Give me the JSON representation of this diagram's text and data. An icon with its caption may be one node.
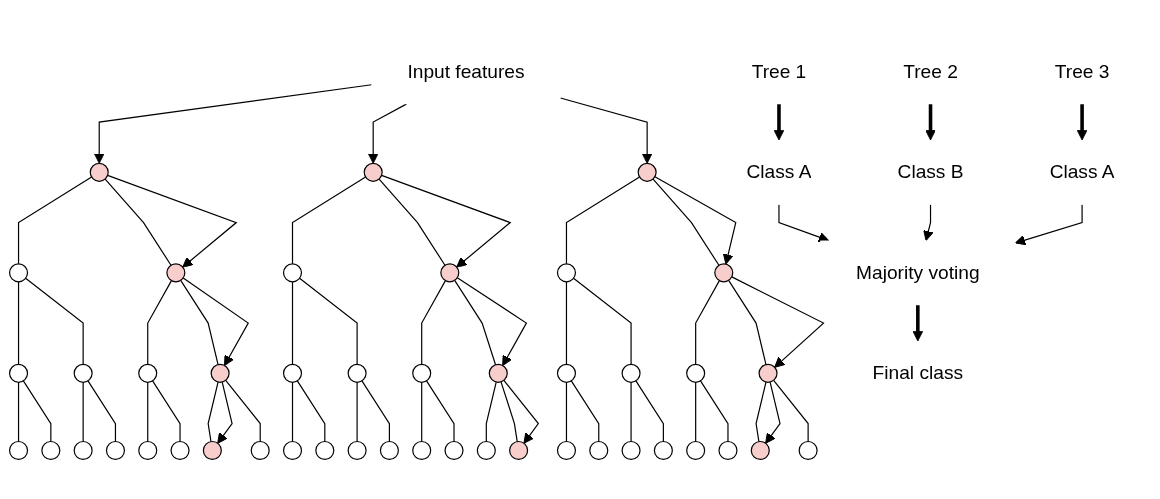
{
  "diagram": {
    "nodes": [
      {
        "text": [
          "Input features"
        ]
      },
      {
        "text": [],
        "shape": "circle"
      },
      {
        "text": [],
        "shape": "circle"
      },
      {
        "text": [],
        "shape": "circle"
      },
      {
        "text": [],
        "shape": "circle"
      },
      {
        "text": [],
        "shape": "circle"
      },
      {
        "text": [],
        "shape": "circle"
      },
      {
        "text": [],
        "shape": "circle"
      },
      {
        "text": [],
        "shape": "circle"
      },
      {
        "text": [],
        "shape": "circle"
      },
      {
        "text": [],
        "shape": "circle"
      },
      {
        "text": [],
        "shape": "circle"
      },
      {
        "text": [],
        "shape": "circle"
      },
      {
        "text": [],
        "shape": "circle"
      },
      {
        "text": [],
        "shape": "circle"
      },
      {
        "text": [],
        "shape": "circle"
      },
      {
        "text": [],
        "shape": "circle"
      },
      {
        "text": [],
        "shape": "circle"
      },
      {
        "text": [],
        "shape": "circle"
      },
      {
        "text": [],
        "shape": "circle"
      },
      {
        "text": [],
        "shape": "circle"
      },
      {
        "text": [],
        "shape": "circle"
      },
      {
        "text": [],
        "shape": "circle"
      },
      {
        "text": [],
        "shape": "circle"
      },
      {
        "text": [],
        "shape": "circle"
      },
      {
        "text": [],
        "shape": "circle"
      },
      {
        "text": [],
        "shape": "circle"
      },
      {
        "text": [],
        "shape": "circle"
      },
      {
        "text": [],
        "shape": "circle"
      },
      {
        "text": [],
        "shape": "circle"
      },
      {
        "text": [],
        "shape": "circle"
      },
      {
        "text": [],
        "shape": "circle"
      },
      {
        "text": [],
        "shape": "circle"
      },
      {
        "text": [],
        "shape": "circle"
      },
      {
        "text": [],
        "shape": "circle"
      },
      {
        "text": [],
        "shape": "circle"
      },
      {
        "text": [],
        "shape": "circle"
      },
      {
        "text": [],
        "shape": "circle"
      },
      {
        "text": [],
        "shape": "circle"
      },
      {
        "text": [],
        "shape": "circle"
      },
      {
        "text": [],
        "shape": "circle"
      },
      {
        "text": [],
        "shape": "circle"
      },
      {
        "text": [],
        "shape": "circle"
      },
      {
        "text": [],
        "shape": "circle"
      },
      {
        "text": [],
        "shape": "circle"
      },
      {
        "text": [],
        "shape": "circle"
      },
      {
        "text": [
          "Tree 1"
        ]
      },
      {
        "text": [
          "Tree 2"
        ]
      },
      {
        "text": [
          "Tree 3"
        ]
      },
      {
        "text": [
          "Class A"
        ]
      },
      {
        "text": [
          "Class B"
        ]
      },
      {
        "text": [
          "Class A"
        ]
      },
      {
        "text": [
          "Majority voting"
        ]
      },
      {
        "text": [
          "Final class"
        ]
      }
    ],
    "edges": [
      {
        "from": 0,
        "to": 1,
        "arrow": "to"
      },
      {
        "from": 0,
        "to": 16,
        "arrow": "to"
      },
      {
        "from": 0,
        "to": 31,
        "arrow": "to"
      },
      {
        "from": 1,
        "to": 2,
        "arrow": "none"
      },
      {
        "from": 1,
        "to": 3,
        "arrow": "none"
      },
      {
        "from": 2,
        "to": 4,
        "arrow": "none"
      },
      {
        "from": 2,
        "to": 5,
        "arrow": "none"
      },
      {
        "from": 3,
        "to": 6,
        "arrow": "none"
      },
      {
        "from": 3,
        "to": 7,
        "arrow": "none"
      },
      {
        "from": 4,
        "to": 8,
        "arrow": "none"
      },
      {
        "from": 4,
        "to": 9,
        "arrow": "none"
      },
      {
        "from": 5,
        "to": 10,
        "arrow": "none"
      },
      {
        "from": 5,
        "to": 11,
        "arrow": "none"
      },
      {
        "from": 6,
        "to": 12,
        "arrow": "none"
      },
      {
        "from": 6,
        "to": 13,
        "arrow": "none"
      },
      {
        "from": 7,
        "to": 14,
        "arrow": "none"
      },
      {
        "from": 7,
        "to": 15,
        "arrow": "none"
      },
      {
        "from": 1,
        "to": 3,
        "arrow": "to"
      },
      {
        "from": 3,
        "to": 7,
        "arrow": "to"
      },
      {
        "from": 7,
        "to": 14,
        "arrow": "to"
      },
      {
        "from": 16,
        "to": 17,
        "arrow": "none"
      },
      {
        "from": 16,
        "to": 18,
        "arrow": "none"
      },
      {
        "from": 17,
        "to": 19,
        "arrow": "none"
      },
      {
        "from": 17,
        "to": 20,
        "arrow": "none"
      },
      {
        "from": 18,
        "to": 21,
        "arrow": "none"
      },
      {
        "from": 18,
        "to": 22,
        "arrow": "none"
      },
      {
        "from": 19,
        "to": 23,
        "arrow": "none"
      },
      {
        "from": 19,
        "to": 24,
        "arrow": "none"
      },
      {
        "from": 20,
        "to": 25,
        "arrow": "none"
      },
      {
        "from": 20,
        "to": 26,
        "arrow": "none"
      },
      {
        "from": 21,
        "to": 27,
        "arrow": "none"
      },
      {
        "from": 21,
        "to": 28,
        "arrow": "none"
      },
      {
        "from": 22,
        "to": 29,
        "arrow": "none"
      },
      {
        "from": 22,
        "to": 30,
        "arrow": "none"
      },
      {
        "from": 16,
        "to": 18,
        "arrow": "to"
      },
      {
        "from": 18,
        "to": 22,
        "arrow": "to"
      },
      {
        "from": 22,
        "to": 30,
        "arrow": "to"
      },
      {
        "from": 31,
        "to": 32,
        "arrow": "none"
      },
      {
        "from": 31,
        "to": 33,
        "arrow": "none"
      },
      {
        "from": 32,
        "to": 34,
        "arrow": "none"
      },
      {
        "from": 32,
        "to": 35,
        "arrow": "none"
      },
      {
        "from": 33,
        "to": 36,
        "arrow": "none"
      },
      {
        "from": 33,
        "to": 37,
        "arrow": "none"
      },
      {
        "from": 34,
        "to": 38,
        "arrow": "none"
      },
      {
        "from": 34,
        "to": 39,
        "arrow": "none"
      },
      {
        "from": 35,
        "to": 40,
        "arrow": "none"
      },
      {
        "from": 35,
        "to": 41,
        "arrow": "none"
      },
      {
        "from": 36,
        "to": 42,
        "arrow": "none"
      },
      {
        "from": 36,
        "to": 43,
        "arrow": "none"
      },
      {
        "from": 37,
        "to": 44,
        "arrow": "none"
      },
      {
        "from": 37,
        "to": 45,
        "arrow": "none"
      },
      {
        "from": 31,
        "to": 33,
        "arrow": "to"
      },
      {
        "from": 33,
        "to": 37,
        "arrow": "to"
      },
      {
        "from": 37,
        "to": 44,
        "arrow": "to"
      },
      {
        "from": 46,
        "to": 49,
        "arrow": "to",
        "style": "thick"
      },
      {
        "from": 47,
        "to": 50,
        "arrow": "to",
        "style": "thick"
      },
      {
        "from": 48,
        "to": 51,
        "arrow": "to",
        "style": "thick"
      },
      {
        "from": 49,
        "to": 52,
        "arrow": "to"
      },
      {
        "from": 50,
        "to": 52,
        "arrow": "to"
      },
      {
        "from": 51,
        "to": 52,
        "arrow": "to"
      },
      {
        "from": 52,
        "to": 53,
        "arrow": "to",
        "style": "thick"
      }
    ]
  }
}
